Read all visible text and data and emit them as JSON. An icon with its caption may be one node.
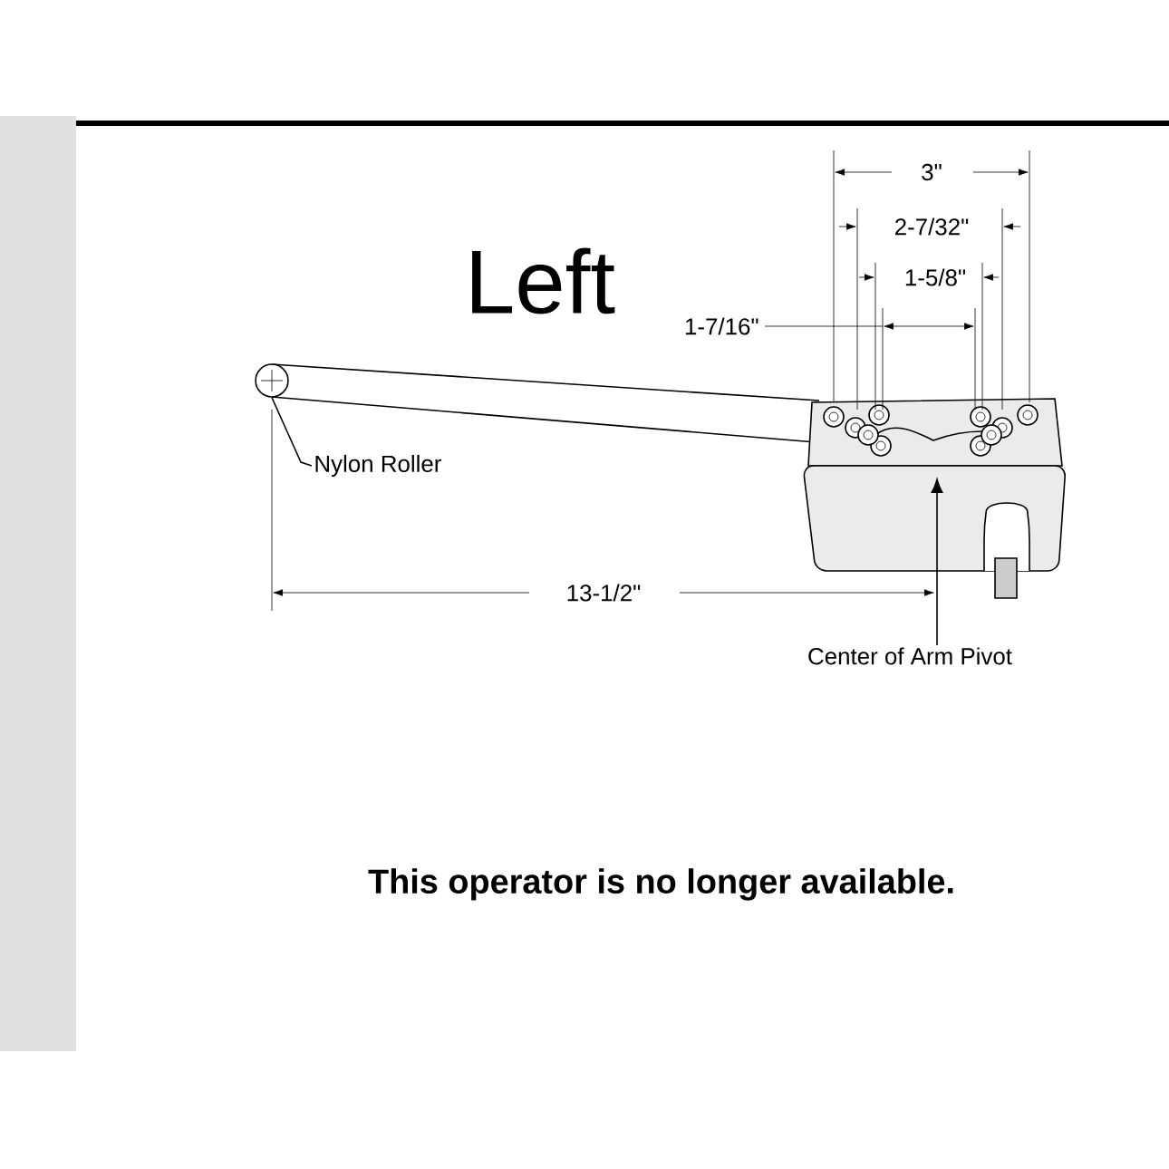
{
  "diagram": {
    "nodes": [
      {
        "text": [],
        "shape": "circle"
      },
      {
        "text": [
          "Nylon Roller"
        ]
      },
      {
        "text": [
          "Center of Arm Pivot"
        ]
      }
    ],
    "edges": [
      {
        "from": 1,
        "to": 0,
        "arrow": "none"
      },
      {
        "from": 2,
        "to": null,
        "arrow": "to"
      }
    ],
    "labels": [
      "Left",
      "3\"",
      "2-7/32\"",
      "1-5/8\"",
      "1-7/16\"",
      "13-1/2\"",
      "This operator is no longer available."
    ]
  }
}
